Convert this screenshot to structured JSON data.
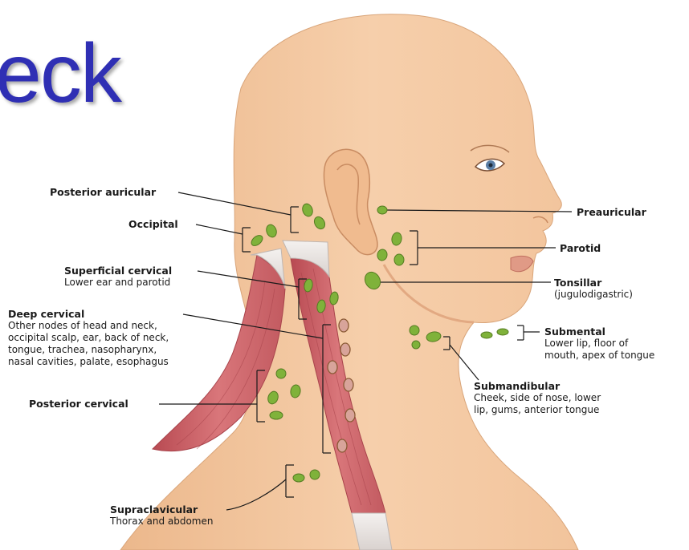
{
  "title": "eck",
  "colors": {
    "title": "#2f2fb4",
    "skin": "#f4c9a2",
    "muscle": "#c95d63",
    "node": "#7fb23a",
    "leader": "#1a1a1a"
  },
  "labels": {
    "posterior_auricular": {
      "name": "Posterior auricular"
    },
    "occipital": {
      "name": "Occipital"
    },
    "superficial_cervical": {
      "name": "Superficial cervical",
      "desc": [
        "Lower ear and parotid"
      ]
    },
    "deep_cervical": {
      "name": "Deep cervical",
      "desc": [
        "Other nodes of head and neck,",
        "occipital scalp, ear, back of neck,",
        "tongue, trachea, nasopharynx,",
        "nasal cavities, palate, esophagus"
      ]
    },
    "posterior_cervical": {
      "name": "Posterior cervical"
    },
    "supraclavicular": {
      "name": "Supraclavicular",
      "desc": [
        "Thorax and abdomen"
      ]
    },
    "preauricular": {
      "name": "Preauricular"
    },
    "parotid": {
      "name": "Parotid"
    },
    "tonsillar": {
      "name": "Tonsillar",
      "desc": [
        "(jugulodigastric)"
      ]
    },
    "submental": {
      "name": "Submental",
      "desc": [
        "Lower lip, floor of",
        "mouth, apex of tongue"
      ]
    },
    "submandibular": {
      "name": "Submandibular",
      "desc": [
        "Cheek, side of nose, lower",
        "lip, gums, anterior tongue"
      ]
    }
  },
  "icons": [
    "head-illustration",
    "ear",
    "eye",
    "sternocleidomastoid-muscle",
    "trapezius-muscle",
    "lymph-node"
  ]
}
